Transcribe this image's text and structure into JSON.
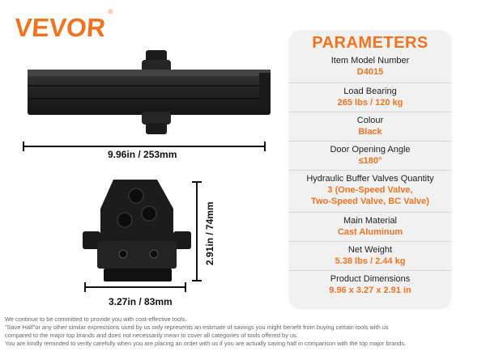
{
  "brand": {
    "name": "VEVOR",
    "mark": "®",
    "color": "#f07320"
  },
  "dimensions": {
    "length": "9.96in / 253mm",
    "width": "3.27in / 83mm",
    "height": "2.91in / 74mm"
  },
  "parameters": {
    "title": "PARAMETERS",
    "items": [
      {
        "label": "Item Model Number",
        "value": "D4015"
      },
      {
        "label": "Load Bearing",
        "value": "265 lbs / 120 kg"
      },
      {
        "label": "Colour",
        "value": "Black"
      },
      {
        "label": "Door Opening Angle",
        "value": "≤180°"
      },
      {
        "label": "Hydraulic Buffer Valves Quantity",
        "value": "3 (One-Speed Valve,",
        "value2": "Two-Speed Valve, BC Valve)"
      },
      {
        "label": "Main Material",
        "value": "Cast Aluminum"
      },
      {
        "label": "Net Weight",
        "value": "5.38 lbs / 2.44 kg"
      },
      {
        "label": "Product Dimensions",
        "value": "9.96 x 3.27 x 2.91 in"
      }
    ]
  },
  "disclaimer": [
    "We continue to be committed to provide you with cost-effective tools.",
    "\"Save Half\"or any other similar expressions used by us only represents an estimate of savings you might benefit from buying certain tools with us",
    "compared to the major top brands and does not necessarily mean to cover all categories of tools offered by us.",
    "You are kindly reminded to verify carefully when you are placing an order with us if you are actually saving half in comparison with the top major brands."
  ]
}
